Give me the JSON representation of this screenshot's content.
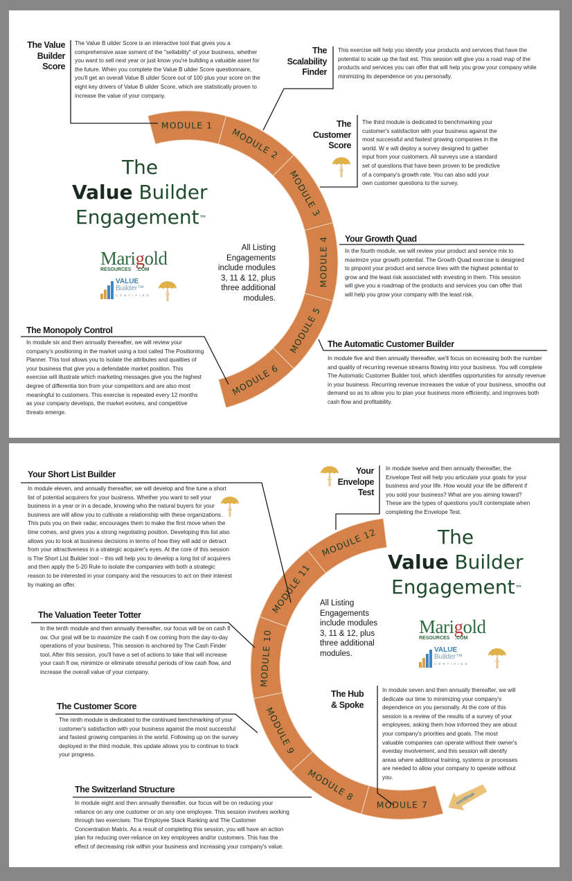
{
  "colors": {
    "module_band": "#d4814a",
    "module_text": "#1d3a25",
    "title_green": "#1f4a2c",
    "umbrella": "#e0b04a"
  },
  "title": {
    "the": "The",
    "value": "Value",
    "builder": "Builder",
    "engagement": "Engagement",
    "tm": "™"
  },
  "listing_note": [
    "All Listing",
    "Engagements",
    "include modules",
    "3, 11 & 12,  plus",
    "three additional",
    "modules."
  ],
  "logo": {
    "mari": "Mari",
    "g": "g",
    "old": "old",
    "resources": "RESOURCES",
    ".com": ".COM",
    "vb_value": "VALUE",
    "vb_builder": "Builder™",
    "vb_certified": "CERTIFIED"
  },
  "page1": {
    "modules": [
      "MODULE 1",
      "MODULE 2",
      "MODULE 3",
      "MODULE 4",
      "MODULE 5",
      "MODULE 6"
    ],
    "value_builder_score": {
      "heading": [
        "The Value",
        "Builder",
        "Score"
      ],
      "text": "The Value B uilder Score is an interactive tool that gives you a comprehensive asse ssment of the \"sellability\" of your business, whether you want to sell next year or just know you're building a valuable asset for the future. When you complete the Value B uilder Score questionnaire, you'll get an overall Value B uilder Score out of 100 plus your score on the eight key drivers of Value B uilder Score, which are statistically proven to increase the value of your company."
    },
    "scalability_finder": {
      "heading": [
        "The",
        "Scalability",
        "Finder"
      ],
      "text": "This exercise will help you identify your products and services that have the potential to scale up the fast est. This session will  give you a road map of the products and services you can offer that will help you grow your company while minimizing its dependence on you personally."
    },
    "customer_score": {
      "heading": [
        "The",
        "Customer",
        "Score"
      ],
      "text": "The third module is dedicated to benchmarking your customer's satisfaction with your business against the most successful and fastest growing companies in the world. W  e will deploy a survey designed to gather input from your customers. All surveys use a standard set of questions that have been proven to be predictive of a company's growth rate. You can also add your own customer questions to the survey."
    },
    "growth_quad": {
      "heading": "Your Growth Quad",
      "text": "In the fourth module, we will review your product and service mix to maximize your growth potential. The Growth Quad exercise is designed to pinpoint your product and service lines with the highest potential to grow and the least risk associated with investing in them. This session will give you a roadmap of the products and services you can offer that will help you grow your company with the least risk."
    },
    "automatic_customer_builder": {
      "heading": "The Automatic Customer Builder",
      "text": "In module five and then annually thereafter, we'll focus on increasing both the number and quality of recurring revenue streams flowing into your business. You will complete The Automatic Customer Builder tool, which identifies opportunities for annuity revenue in your business. Recurring revenue increases the value of your business, smooths out demand so as to allow you to plan your business more efficiently, and improves both cash flow and profitability."
    },
    "monopoly_control": {
      "heading": "The Monopoly Control",
      "text": "In module six and then annually thereafter, we will review your company's positioning in the market using a tool called The Positioning Planner. This tool allows you to isolate the attributes and qualities of your business that give you a defendable market position. This exercise will illustrate which marketing messages give you the highest degree of differentia tion from your competitors and are also most meaningful to customers. This exercise is repeated every 12 months as your company develops, the market evolves, and competitive threats emerge."
    }
  },
  "page2": {
    "modules": [
      "MODULE 7",
      "MODULE 8",
      "MODULE 9",
      "MODULE 10",
      "MODULE 11",
      "MODULE 12"
    ],
    "short_list_builder": {
      "heading": "Your Short List Builder",
      "text": "In module eleven, and annually thereafter, we will develop and fine tune a short list of potential acquirers for your business. Whether you want to sell your business in a year or in a decade, knowing who the natural buyers for your business are will allow you to cultivate a relationship with these organizations. This puts you on their radar, encourages them to make the first move when the time comes, and gives you a strong negotiating position. Developing this list also allows you to look at business decisions in terms of how they will add or detract from your attractiveness in a strategic acquirer's eyes. At the core of this session is The Short List Builder tool – this will help you to develop a long list of acquirers and then apply the 5-20 Rule to isolate the companies with both a strategic reason to be interested in your company and the resources to act on their interest by making an offer."
    },
    "envelope_test": {
      "heading": [
        "Your",
        "Envelope",
        "Test"
      ],
      "text": "In module twelve and then annually thereafter, the Envelope Test will help you articulate your goals for your business and your life. How would your life be different if you sold your business? What are you aiming toward? These are the types of questions you'll contemplate when completing the Envelope Test."
    },
    "valuation_teeter_totter": {
      "heading": "The Valuation Teeter Totter",
      "text": "In the tenth module and then annually thereafter, our focus will be on cash fl  ow. Our goal will be to maximize the cash fl        ow coming from the day-to-day operations of your business. This session is anchored by The Cash Finder tool. After this session, you'll have a set of actions to take that will increase your cash fl        ow, minimize or eliminate stressful periods of low cash flow, and increase the overall value of your company."
    },
    "customer_score": {
      "heading": "The Customer Score",
      "text": "The ninth module is dedicated to the continued benchmarking of your customer's satisfaction with your business against the most successful and fastest growing companies in the world. Following up on the survey deployed in the third module, this update allows you to continue to track your progress."
    },
    "switzerland_structure": {
      "heading": "The Switzerland Structure",
      "text": "In module eight and then annually        thereafter, our focus will be on reducing your reliance on any one customer or on any one employee. This session involves working through two exercises: The Employee Stack Ranking and The Customer Concentration Matrix. As a result of completing this session, you will have an action plan for reducing over-reliance on key employees and/or customers. This has the effect of decreasing risk within your business and increasing your company's value."
    },
    "hub_spoke": {
      "heading": [
        "The Hub",
        "& Spoke"
      ],
      "text": "In module seven and then annually thereafter, we will dedicate our time to minimizing your company's dependence on you personally. At the core of this session is a review of the results of a survey of your employees, asking them how informed they are about your company's priorities and goals. The most valuable companies can operate without their owner's everday involvement, and this session will identify areas where additional training, systems or processes are needed to allow your company to operate without you."
    },
    "continue_label": "continue"
  }
}
